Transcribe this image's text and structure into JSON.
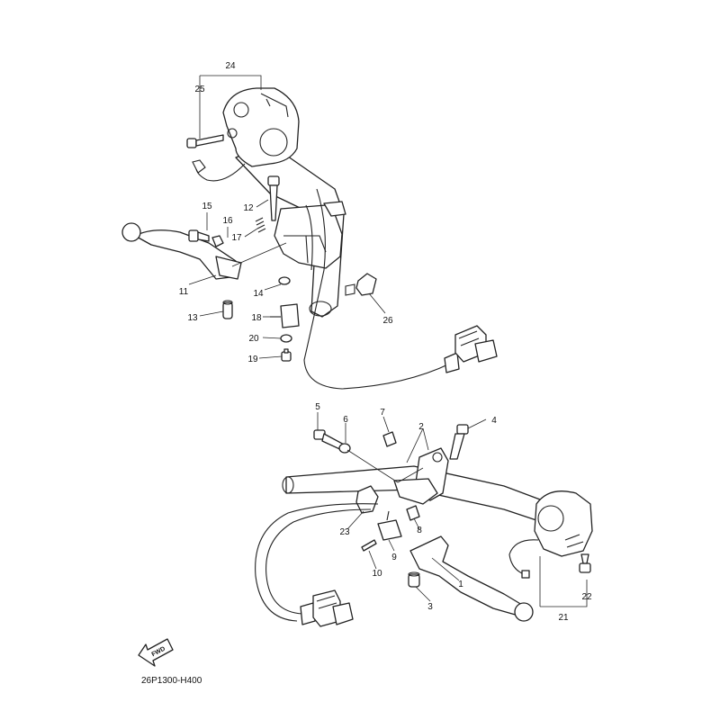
{
  "diagram": {
    "drawing_code": "26P1300-H400",
    "fwd_label": "FWD",
    "callouts": {
      "c1": "1",
      "c2": "2",
      "c3": "3",
      "c4": "4",
      "c5": "5",
      "c6": "6",
      "c7": "7",
      "c8": "8",
      "c9": "9",
      "c10": "10",
      "c11": "11",
      "c12": "12",
      "c13": "13",
      "c14": "14",
      "c15": "15",
      "c16": "16",
      "c17": "17",
      "c18": "18",
      "c19": "19",
      "c20": "20",
      "c21": "21",
      "c22": "22",
      "c23": "23",
      "c24": "24",
      "c25": "25",
      "c26": "26"
    }
  }
}
